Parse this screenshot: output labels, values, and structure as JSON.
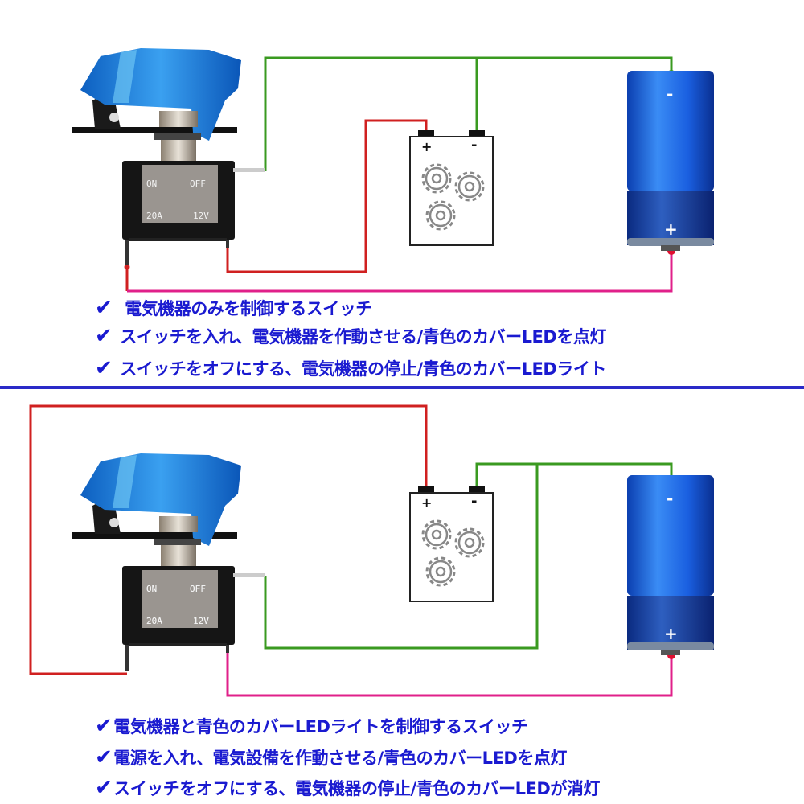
{
  "switch": {
    "on": "ON",
    "off": "OFF",
    "amps": "20A",
    "volts": "12V"
  },
  "polarity": {
    "plus": "+",
    "minus": "-"
  },
  "colors": {
    "text": "#1a1ad0",
    "wire_green": "#3a9a20",
    "wire_red": "#d02020",
    "wire_pink": "#e0208a",
    "cover": "#1e7fd8",
    "divider": "#2a2ac8"
  },
  "top_section": {
    "lines": [
      "電気機器のみを制御するスイッチ",
      "スイッチを入れ、電気機器を作動させる/青色のカバーLEDを点灯",
      "スイッチをオフにする、電気機器の停止/青色のカバーLEDライト"
    ]
  },
  "bottom_section": {
    "lines": [
      "電気機器と青色のカバーLEDライトを制御するスイッチ",
      "電源を入れ、電気設備を作動させる/青色のカバーLEDを点灯",
      "スイッチをオフにする、電気機器の停止/青色のカバーLEDが消灯"
    ]
  },
  "check_icon": "✔"
}
